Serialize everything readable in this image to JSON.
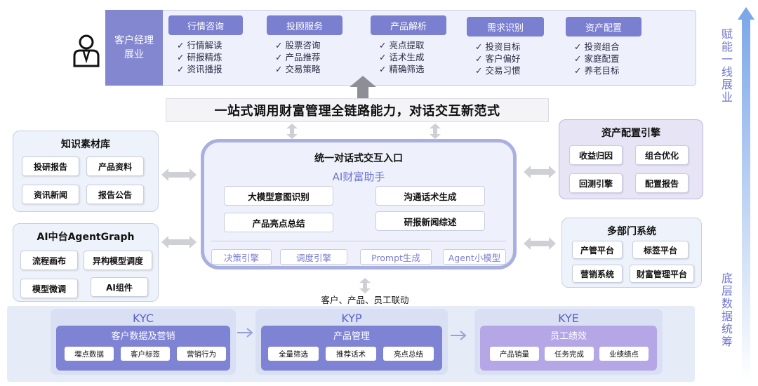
{
  "top": {
    "role": [
      "客户经理",
      "展业"
    ],
    "columns": [
      {
        "title": "行情咨询",
        "items": [
          "✓ 行情解读",
          "✓ 研报精炼",
          "✓ 资讯播报"
        ]
      },
      {
        "title": "投顾服务",
        "items": [
          "✓ 股票咨询",
          "✓ 产品推荐",
          "✓ 交易策略"
        ]
      },
      {
        "title": "产品解析",
        "items": [
          "✓ 亮点提取",
          "✓ 话术生成",
          "✓ 精确筛选"
        ]
      },
      {
        "title": "需求识别",
        "items": [
          "✓ 投资目标",
          "✓ 客户偏好",
          "✓ 交易习惯"
        ]
      },
      {
        "title": "资产配置",
        "items": [
          "✓ 投资组合",
          "✓ 家庭配置",
          "✓ 养老目标"
        ]
      }
    ]
  },
  "banner": "一站式调用财富管理全链路能力，对话交互新范式",
  "knowledge": {
    "title": "知识素材库",
    "chips": [
      "投研报告",
      "产品资料",
      "资讯新闻",
      "报告公告"
    ]
  },
  "agentgraph": {
    "title": "AI中台AgentGraph",
    "chips": [
      "流程画布",
      "异构模型调度",
      "模型微调",
      "AI组件"
    ]
  },
  "asset_engine": {
    "title": "资产配置引擎",
    "chips": [
      "收益归因",
      "组合优化",
      "回测引擎",
      "配置报告"
    ]
  },
  "departments": {
    "title": "多部门系统",
    "chips": [
      "产管平台",
      "标签平台",
      "营销系统",
      "财富管理平台"
    ]
  },
  "hub": {
    "title": "统一对话式交互入口",
    "subtitle": "AI财富助手",
    "chips": [
      "大模型意图识别",
      "沟通话术生成",
      "产品亮点总结",
      "研报新闻综述"
    ],
    "bottom_chips": [
      "决策引擎",
      "调度引擎",
      "Prompt生成",
      "Agent小模型"
    ]
  },
  "link_label": "客户、产品、员工联动",
  "bottom": [
    {
      "title": "KYC",
      "inner": "客户数据及营销",
      "chips": [
        "埋点数据",
        "客户标签",
        "营销行为"
      ]
    },
    {
      "title": "KYP",
      "inner": "产品管理",
      "chips": [
        "全量筛选",
        "推荐话术",
        "亮点总结"
      ]
    },
    {
      "title": "KYE",
      "inner": "员工绩效",
      "chips": [
        "产品销量",
        "任务完成",
        "业绩绩点"
      ]
    }
  ],
  "right_top_text": "赋能一线展业",
  "right_bottom_text": "底层数据统筹",
  "colors": {
    "accent": "#7a7fcf",
    "hub_border": "#a9b0e0",
    "panel_bg": "#eef2fb"
  }
}
